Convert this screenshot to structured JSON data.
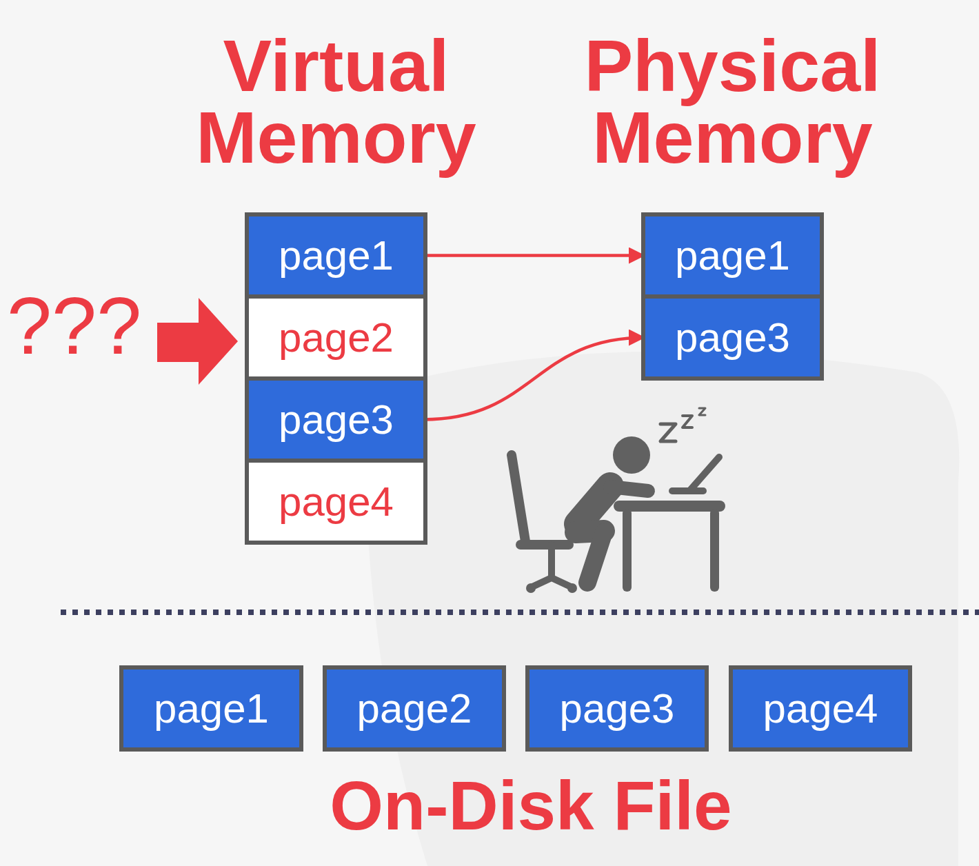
{
  "diagram": {
    "nodes": [
      {
        "text": [
          "Virtual Memory"
        ]
      },
      {
        "text": [
          "page1"
        ],
        "in": 0
      },
      {
        "text": [
          "page2"
        ],
        "in": 0
      },
      {
        "text": [
          "page3"
        ],
        "in": 0
      },
      {
        "text": [
          "page4"
        ],
        "in": 0
      },
      {
        "text": [
          "Physical Memory"
        ]
      },
      {
        "text": [
          "page1"
        ],
        "in": 5
      },
      {
        "text": [
          "page3"
        ],
        "in": 5
      },
      {
        "text": [
          "page1"
        ]
      },
      {
        "text": [
          "page2"
        ]
      },
      {
        "text": [
          "page3"
        ]
      },
      {
        "text": [
          "page4"
        ]
      }
    ],
    "edges": [
      {
        "from": 1,
        "to": 6,
        "arrow": "to"
      },
      {
        "from": 3,
        "to": 7,
        "arrow": "to"
      }
    ],
    "labels": [
      "???",
      "On-Disk File"
    ]
  }
}
